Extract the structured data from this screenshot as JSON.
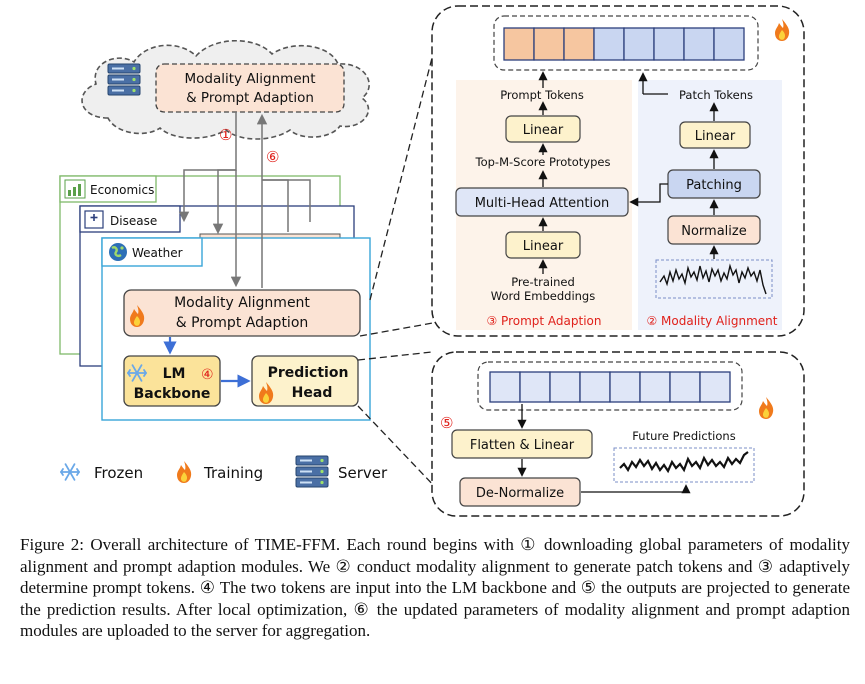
{
  "server_cloud": {
    "module_line1": "Modality Alignment",
    "module_line2": "& Prompt Adaption",
    "step_download": "①",
    "step_upload": "⑥"
  },
  "domains": {
    "economics": "Economics",
    "disease": "Disease",
    "weather": "Weather"
  },
  "client": {
    "module_line1": "Modality Alignment",
    "module_line2": "& Prompt Adaption",
    "lm_line1": "LM",
    "lm_line2": "Backbone",
    "lm_step": "④",
    "head_line1": "Prediction",
    "head_line2": "Head"
  },
  "legend": {
    "frozen": "Frozen",
    "training": "Training",
    "server": "Server"
  },
  "prompt_branch": {
    "output_label": "Prompt Tokens",
    "linear_top": "Linear",
    "prototypes_label": "Top-M-Score Prototypes",
    "attention": "Multi-Head Attention",
    "linear_bottom": "Linear",
    "embeddings_line1": "Pre-trained",
    "embeddings_line2": "Word Embeddings",
    "caption": "③ Prompt Adaption"
  },
  "modality_branch": {
    "output_label": "Patch Tokens",
    "linear": "Linear",
    "patching": "Patching",
    "normalize": "Normalize",
    "caption": "② Modality Alignment"
  },
  "head_detail": {
    "step": "⑤",
    "flatten": "Flatten & Linear",
    "denormalize": "De-Normalize",
    "future_label": "Future Predictions"
  },
  "colors": {
    "prompt_token": "#f6c6a0",
    "patch_token": "#c9d6f1",
    "module_fill": "#fbe3d4",
    "linear_fill": "#fdf2cc",
    "attention_fill": "#dfe6f7",
    "red": "#e0211b",
    "arrow_blue": "#3d6fd6"
  },
  "caption": {
    "text": "Figure 2: Overall architecture of TIME-FFM. Each round begins with ① downloading global parameters of modality alignment and prompt adaption modules. We ② conduct modality alignment to generate patch tokens and ③ adaptively determine prompt tokens. ④ The two tokens are input into the LM backbone and ⑤ the outputs are projected to generate the prediction results. After local optimization, ⑥ the updated parameters of modality alignment and prompt adaption modules are uploaded to the server for aggregation."
  }
}
